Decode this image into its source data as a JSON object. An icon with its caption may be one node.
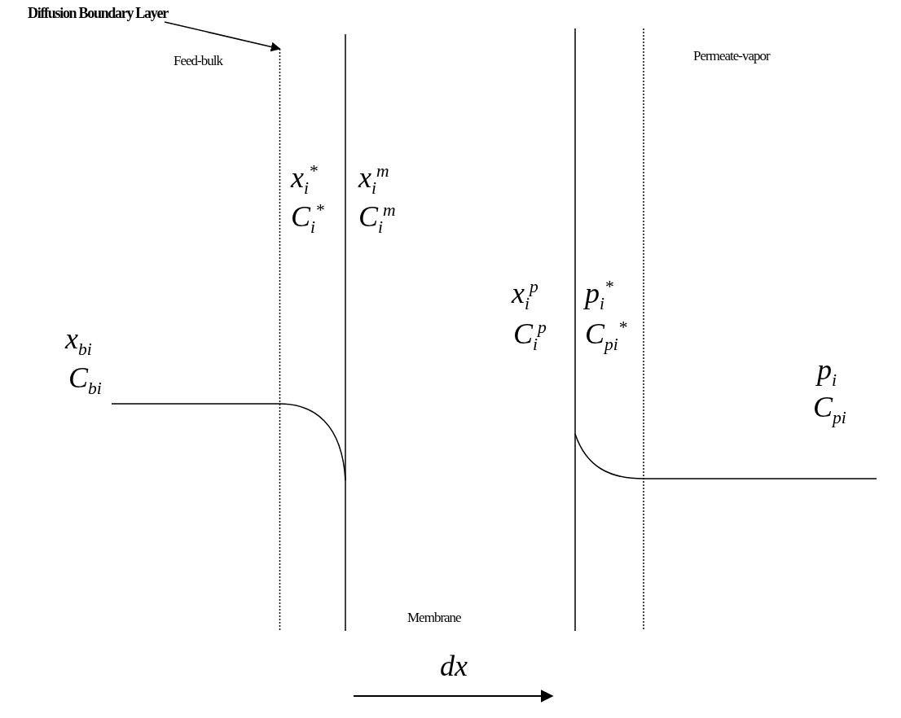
{
  "diagram": {
    "nodes": [
      {
        "text": [
          "Diffusion Boundary Layer"
        ]
      },
      {
        "text": [],
        "shape": "line"
      }
    ],
    "edges": [
      {
        "from": 0,
        "to": 1,
        "arrow": "to"
      }
    ],
    "labels": [
      "Feed-bulk",
      "Permeate-vapor",
      "x$_{i}$$^{*}$",
      "x$_{i}$$^{m}$",
      "C$_{i}$$^{*}$",
      "C$_{i}$$^{m}$",
      "x$_{i}$$^{p}$",
      "p$_{i}$$^{*}$",
      "C$_{i}$$^{p}$",
      "C$_{pi}$$^{*}$",
      "x$_{bi}$",
      "C$_{bi}$",
      "p$_{i}$",
      "C$_{pi}$",
      "Membrane",
      "dx"
    ]
  }
}
